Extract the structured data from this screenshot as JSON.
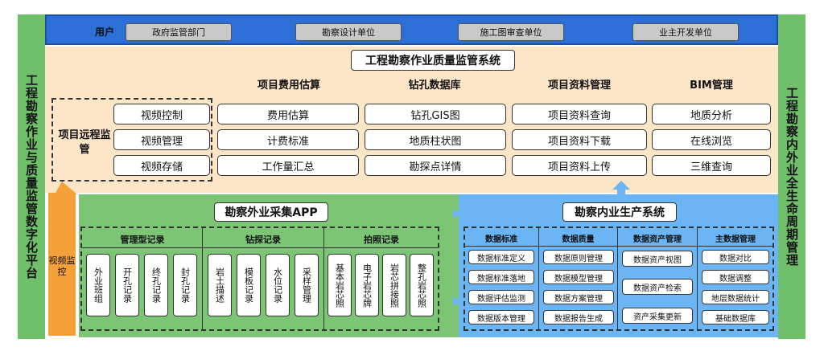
{
  "left_side": "工程勘察作业与质量监管数字化平台",
  "right_side": "工程勘察内外业全生命周期管理",
  "users": {
    "label": "用户",
    "items": [
      "政府监管部门",
      "勘察设计单位",
      "施工图审查单位",
      "业主开发单位"
    ]
  },
  "supervision": {
    "title": "工程勘察作业质量监管系统",
    "remote": {
      "label": "项目远程监管",
      "items": [
        "视频控制",
        "视频管理",
        "视频存储"
      ]
    },
    "columns": [
      {
        "title": "项目费用估算",
        "items": [
          "费用估算",
          "计费标准",
          "工作量汇总"
        ]
      },
      {
        "title": "钻孔数据库",
        "items": [
          "钻孔GIS图",
          "地质柱状图",
          "勘探点详情"
        ]
      },
      {
        "title": "项目资料管理",
        "items": [
          "项目资料查询",
          "项目资料下载",
          "项目资料上传"
        ]
      },
      {
        "title": "BIM管理",
        "items": [
          "地质分析",
          "在线浏览",
          "三维查询"
        ]
      }
    ]
  },
  "video_monitor": "视频监控",
  "field_app": {
    "title": "勘察外业采集APP",
    "groups": [
      {
        "title": "管理型记录",
        "items": [
          "外业班组",
          "开孔记录",
          "终孔记录",
          "封孔记录"
        ]
      },
      {
        "title": "钻探记录",
        "items": [
          "岩土描述",
          "模板记录",
          "水位记录",
          "采样管理"
        ]
      },
      {
        "title": "拍照记录",
        "items": [
          "基本岩芯照",
          "电子岩芯牌",
          "岩芯拼接照",
          "整孔岩芯照"
        ]
      }
    ]
  },
  "office_system": {
    "title": "勘察内业生产系统",
    "groups": [
      {
        "title": "数据标准",
        "items": [
          "数据标准定义",
          "数据标准落地",
          "数据评估监测",
          "数据版本管理"
        ]
      },
      {
        "title": "数据质量",
        "items": [
          "数据原则管理",
          "数据模型管理",
          "数据方案管理",
          "数据报告生成"
        ]
      },
      {
        "title": "数据资产管理",
        "items": [
          "数据资产视图",
          "数据资产检索",
          "资产采集更新"
        ]
      },
      {
        "title": "主数据管理",
        "items": [
          "数据对比",
          "数据调整",
          "地层数据统计",
          "基础数据库"
        ]
      }
    ]
  }
}
